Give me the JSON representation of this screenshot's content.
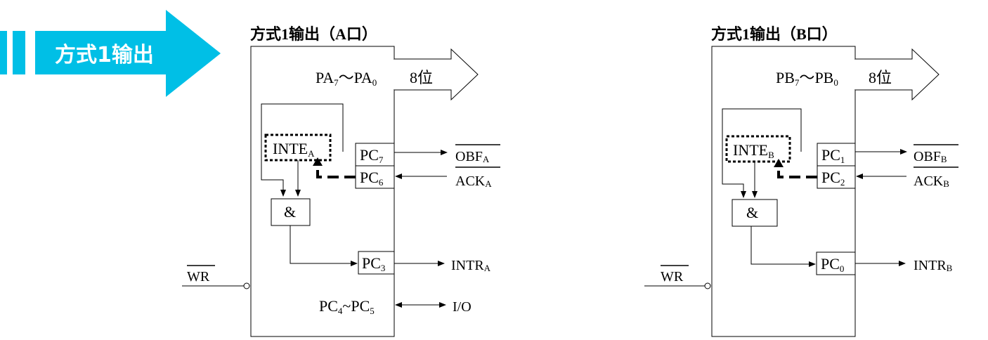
{
  "banner": {
    "title": "方式1输出",
    "color": "#00bfe6"
  },
  "port_a": {
    "title": "方式1输出（A口）",
    "data_bus_label": "PA",
    "data_bus_hi": "7",
    "data_bus_sep": "～",
    "data_bus_lo": "0",
    "width_label": "8位",
    "inte": {
      "name": "INTE",
      "sub": "A"
    },
    "pc_top": {
      "name": "PC",
      "sub": "7"
    },
    "pc_mid": {
      "name": "PC",
      "sub": "6"
    },
    "pc_intr": {
      "name": "PC",
      "sub": "3"
    },
    "and_gate": "&",
    "obf": {
      "name": "OBF",
      "sub": "A"
    },
    "ack": {
      "name": "ACK",
      "sub": "A"
    },
    "intr": {
      "name": "INTR",
      "sub": "A"
    },
    "wr": "WR",
    "io_range": {
      "a": "PC",
      "a_sub": "4",
      "sep": "~",
      "b": "PC",
      "b_sub": "5"
    },
    "io_label": "I/O"
  },
  "port_b": {
    "title": "方式1输出（B口）",
    "data_bus_label": "PB",
    "data_bus_hi": "7",
    "data_bus_sep": "～",
    "data_bus_lo": "0",
    "width_label": "8位",
    "inte": {
      "name": "INTE",
      "sub": "B"
    },
    "pc_top": {
      "name": "PC",
      "sub": "1"
    },
    "pc_mid": {
      "name": "PC",
      "sub": "2"
    },
    "pc_intr": {
      "name": "PC",
      "sub": "0"
    },
    "and_gate": "&",
    "obf": {
      "name": "OBF",
      "sub": "B"
    },
    "ack": {
      "name": "ACK",
      "sub": "B"
    },
    "intr": {
      "name": "INTR",
      "sub": "B"
    },
    "wr": "WR"
  }
}
